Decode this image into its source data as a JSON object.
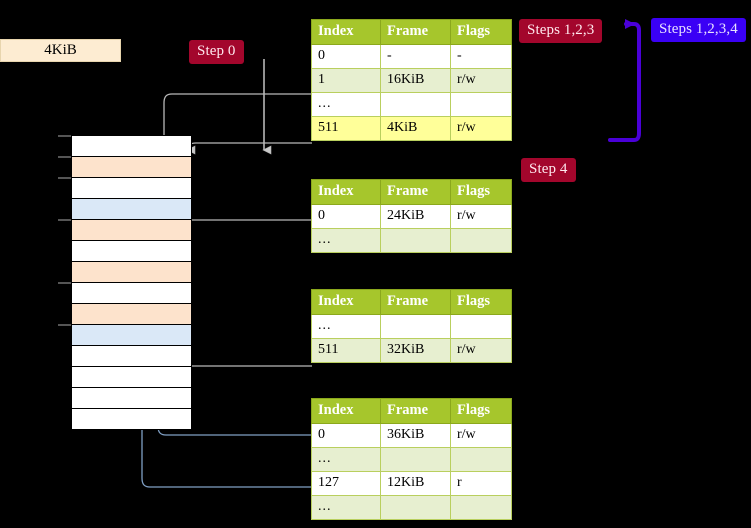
{
  "diagram": {
    "title_badges": {
      "step0": "Step 0",
      "step4": "Step 4",
      "steps123": "Steps 1,2,3",
      "steps1234": "Steps 1,2,3,4"
    },
    "size_box": {
      "label": "4KiB"
    },
    "colors": {
      "badge_red_bg": "#a3062c",
      "badge_red_text": "#ffe9ef",
      "badge_blue_bg": "#3a00f5",
      "badge_blue_text": "#e8e1ff",
      "table_header_bg": "#a6c62c",
      "table_header_text": "#ffffff",
      "table_alt_row_bg": "#e7efd0",
      "table_highlight_bg": "#ffff99",
      "mem_peach": "#fde3cc",
      "mem_blue": "#dae8f7",
      "sizebox_bg": "#fdecd2",
      "wire_gray": "#b0b0b0",
      "wire_blue": "#7f9fc4",
      "arrow_purple": "#4a00d8",
      "background": "#000000"
    },
    "columns": [
      "Index",
      "Frame",
      "Flags"
    ],
    "tables": [
      {
        "name": "pml4-table",
        "rows": [
          {
            "index": "0",
            "frame": "-",
            "flags": "-",
            "style": "plain"
          },
          {
            "index": "1",
            "frame": "16KiB",
            "flags": "r/w",
            "style": "alt"
          },
          {
            "index": "...",
            "frame": "",
            "flags": "",
            "style": "plain"
          },
          {
            "index": "511",
            "frame": "4KiB",
            "flags": "r/w",
            "style": "hl"
          }
        ]
      },
      {
        "name": "pdp-table",
        "rows": [
          {
            "index": "0",
            "frame": "24KiB",
            "flags": "r/w",
            "style": "plain"
          },
          {
            "index": "...",
            "frame": "",
            "flags": "",
            "style": "alt"
          }
        ]
      },
      {
        "name": "pd-table",
        "rows": [
          {
            "index": "...",
            "frame": "",
            "flags": "",
            "style": "plain"
          },
          {
            "index": "511",
            "frame": "32KiB",
            "flags": "r/w",
            "style": "alt"
          }
        ]
      },
      {
        "name": "pt-table",
        "rows": [
          {
            "index": "0",
            "frame": "36KiB",
            "flags": "r/w",
            "style": "plain"
          },
          {
            "index": "...",
            "frame": "",
            "flags": "",
            "style": "alt"
          },
          {
            "index": "127",
            "frame": "12KiB",
            "flags": "r",
            "style": "plain"
          },
          {
            "index": "...",
            "frame": "",
            "flags": "",
            "style": "alt"
          }
        ]
      }
    ],
    "memory_column": {
      "name": "physical-memory-frames",
      "rows": [
        {
          "fill": "white"
        },
        {
          "fill": "peach"
        },
        {
          "fill": "white"
        },
        {
          "fill": "blue"
        },
        {
          "fill": "peach"
        },
        {
          "fill": "white"
        },
        {
          "fill": "peach"
        },
        {
          "fill": "white"
        },
        {
          "fill": "peach"
        },
        {
          "fill": "blue"
        },
        {
          "fill": "white"
        },
        {
          "fill": "white"
        },
        {
          "fill": "white"
        },
        {
          "fill": "white"
        }
      ]
    }
  }
}
